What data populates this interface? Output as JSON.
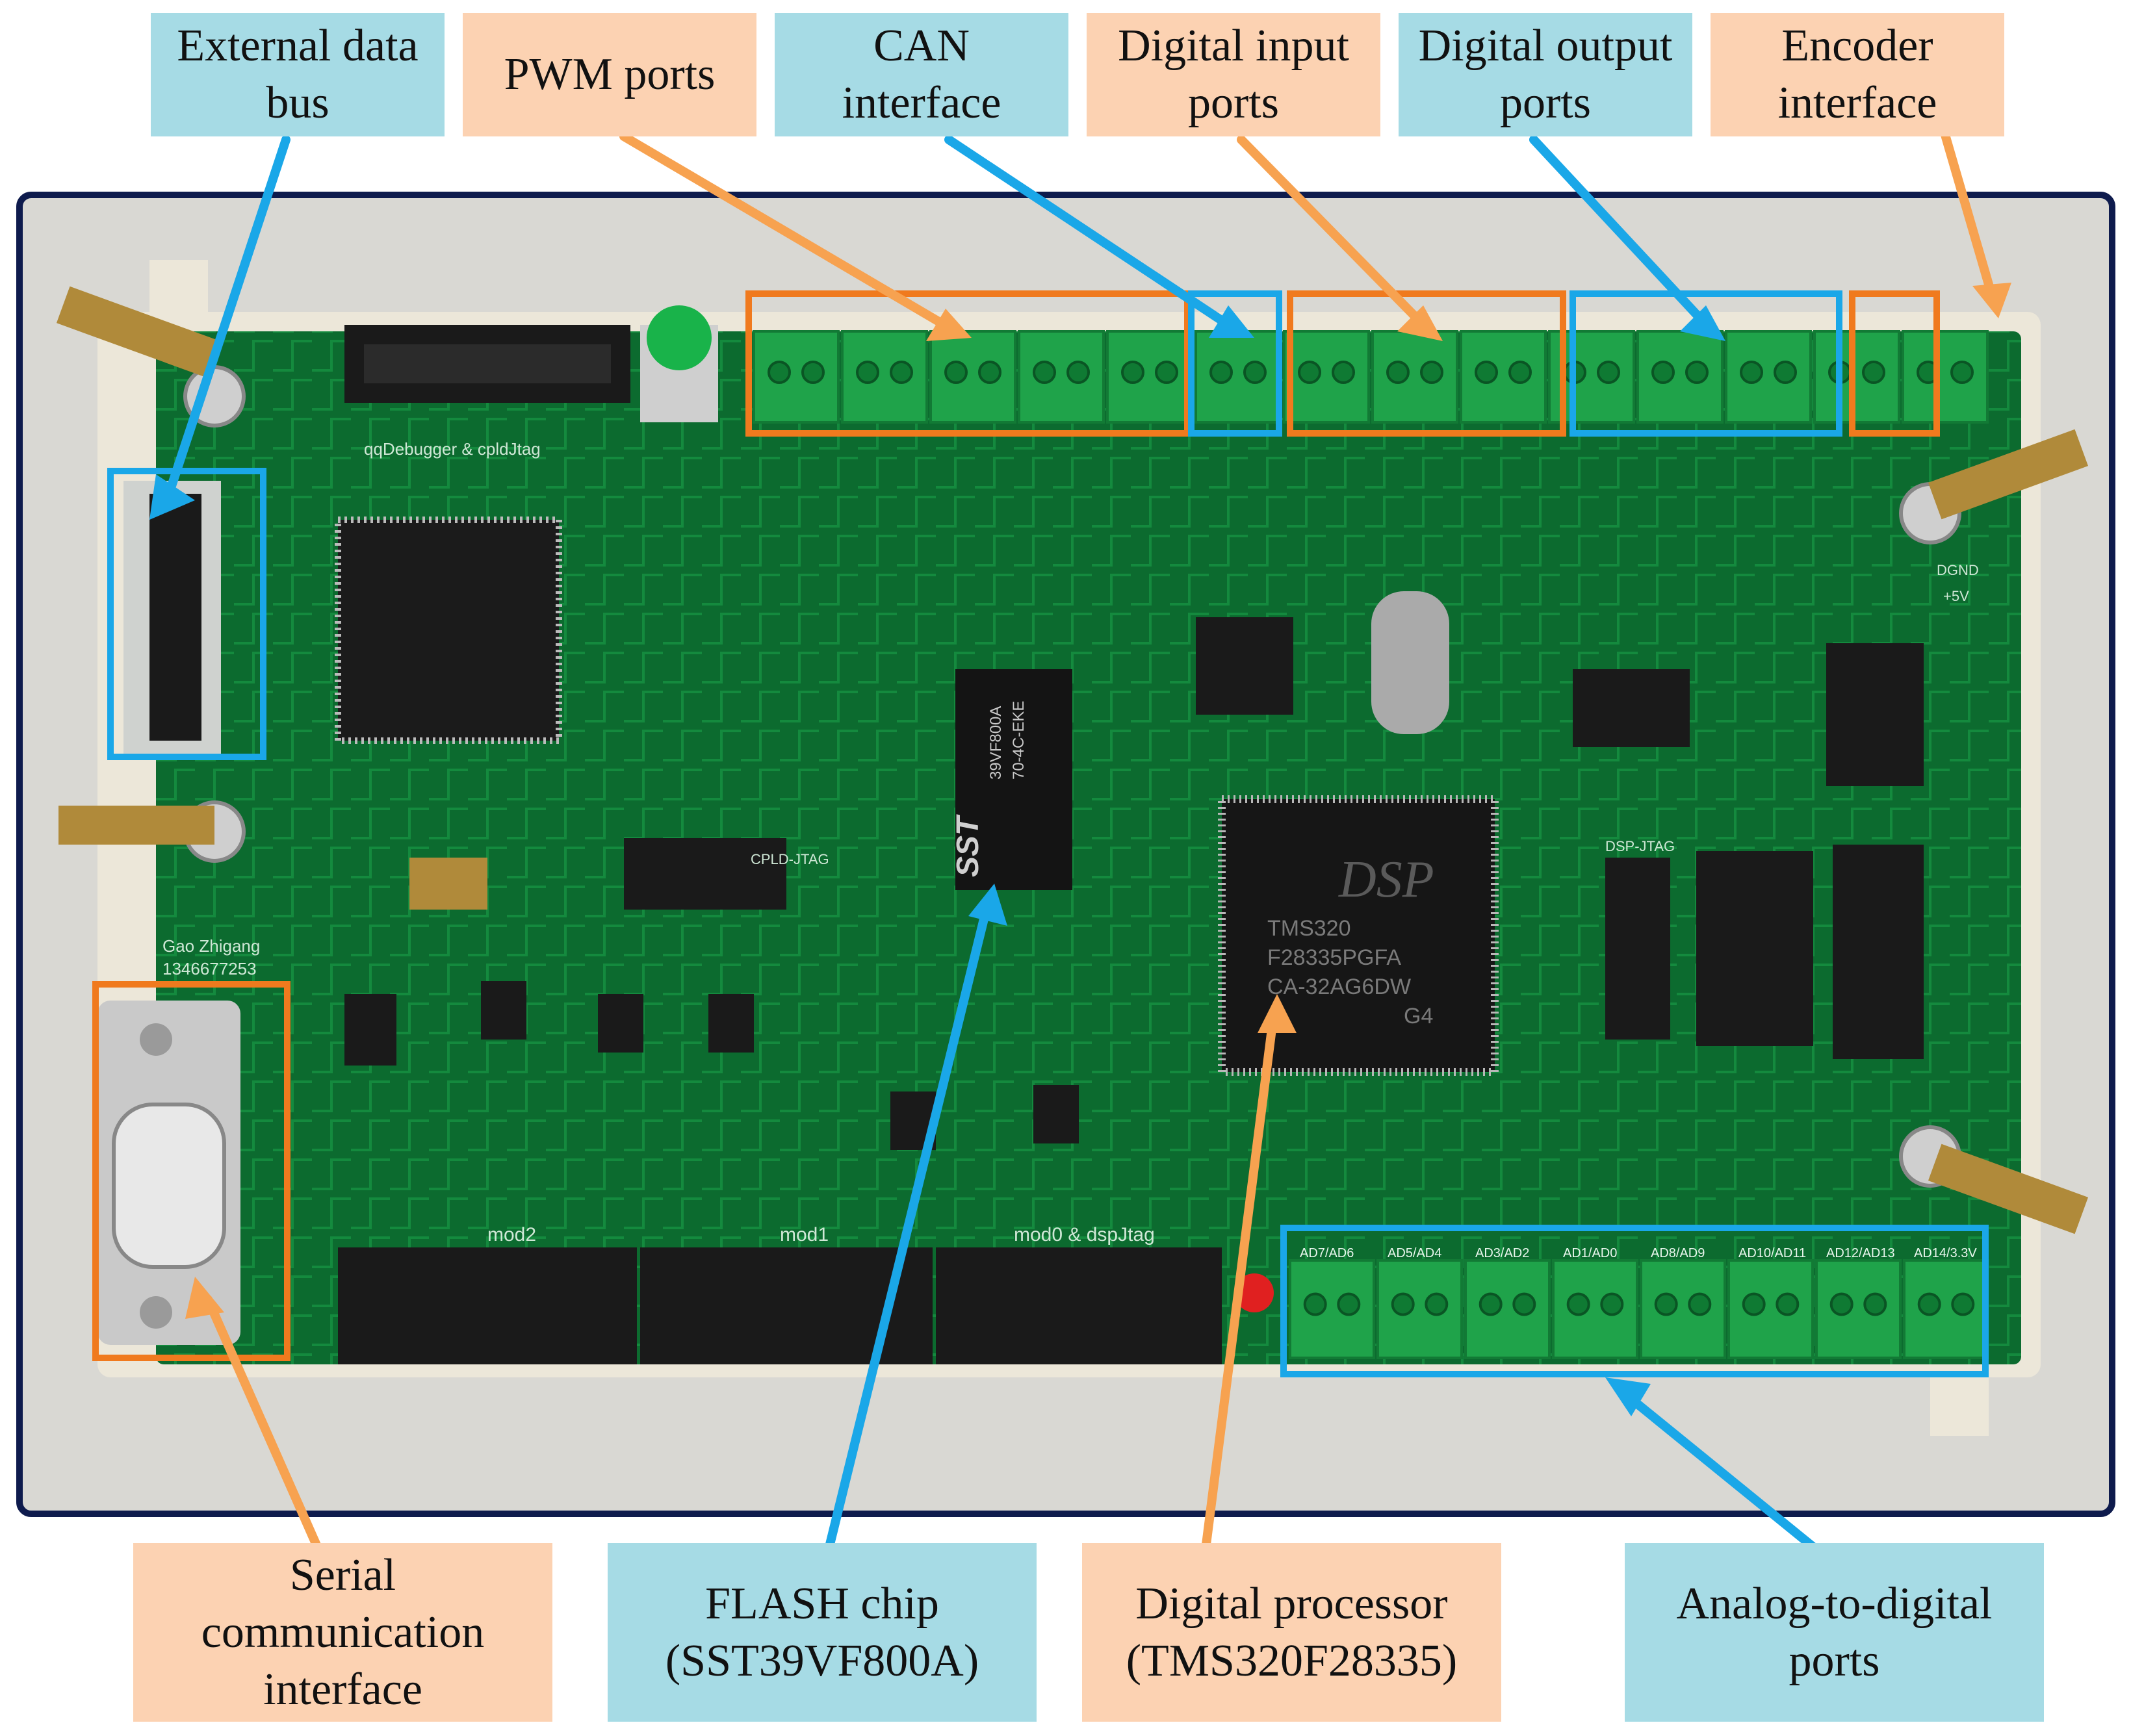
{
  "colors": {
    "blue_label": "#a6dbe5",
    "orange_label": "#fcd2b2",
    "blue_arrow": "#1aa7e8",
    "orange_arrow": "#f7a250",
    "pcb": "#0b6b2e",
    "frame": "#0e1b4d"
  },
  "board_text": {
    "jtag_header": "qqDebugger & cpldJtag",
    "author": "Gao Zhigang",
    "phone": "1346677253",
    "mod2": "mod2",
    "mod1": "mod1",
    "mod0": "mod0 & dspJtag",
    "dsp_logo": "DSP",
    "dsp_line1": "TMS320",
    "dsp_line2": "F28335PGFA",
    "dsp_line3": "CA-32AG6DW",
    "dsp_line4": "G4",
    "flash_line1": "39VF800A",
    "flash_line2": "70-4C-EKE",
    "flash_brand": "SST",
    "cpld_jtag": "CPLD-JTAG",
    "dsp_jtag": "DSP-JTAG",
    "dgnd": "DGND",
    "plus5v": "+5V",
    "adc_labels": [
      "AD7/AD6",
      "AD5/AD4",
      "AD3/AD2",
      "AD1/AD0",
      "AD8/AD9",
      "AD10/AD11",
      "AD12/AD13",
      "AD14/3.3V"
    ]
  },
  "labels": {
    "external_data_bus": "External data\nbus",
    "pwm_ports": "PWM ports",
    "can_interface": "CAN\ninterface",
    "digital_input_ports": "Digital input\nports",
    "digital_output_ports": "Digital output\nports",
    "encoder_interface": "Encoder\ninterface",
    "serial_communication_interface": "Serial\ncommunication\ninterface",
    "flash_chip": "FLASH chip\n(SST39VF800A)",
    "digital_processor": "Digital processor\n(TMS320F28335)",
    "analog_to_digital_ports": "Analog-to-digital\nports"
  }
}
